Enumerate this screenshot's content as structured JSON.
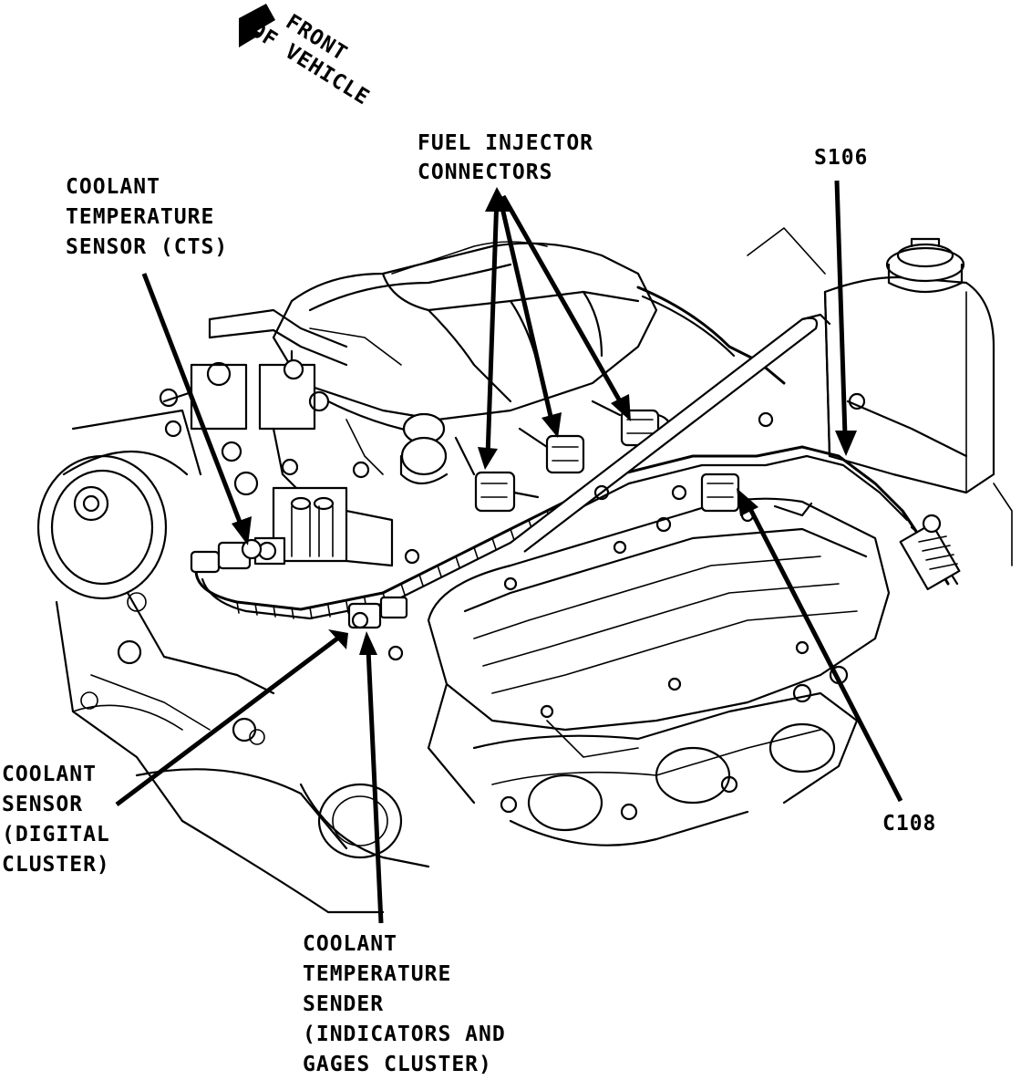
{
  "orientation": {
    "lines": [
      "FRONT",
      "OF VEHICLE"
    ],
    "icon": "front-arrow-icon"
  },
  "labels": {
    "fuel_injector": [
      "FUEL INJECTOR",
      "CONNECTORS"
    ],
    "s106": "S106",
    "cts": [
      "COOLANT",
      "TEMPERATURE",
      "SENSOR (CTS)"
    ],
    "coolant_sensor": [
      "COOLANT",
      "SENSOR",
      "(DIGITAL",
      "CLUSTER)"
    ],
    "c108": "C108",
    "sender": [
      "COOLANT",
      "TEMPERATURE",
      "SENDER",
      "(INDICATORS AND",
      "GAGES CLUSTER)"
    ]
  },
  "colors": {
    "ink": "#000000",
    "paper": "#ffffff"
  }
}
